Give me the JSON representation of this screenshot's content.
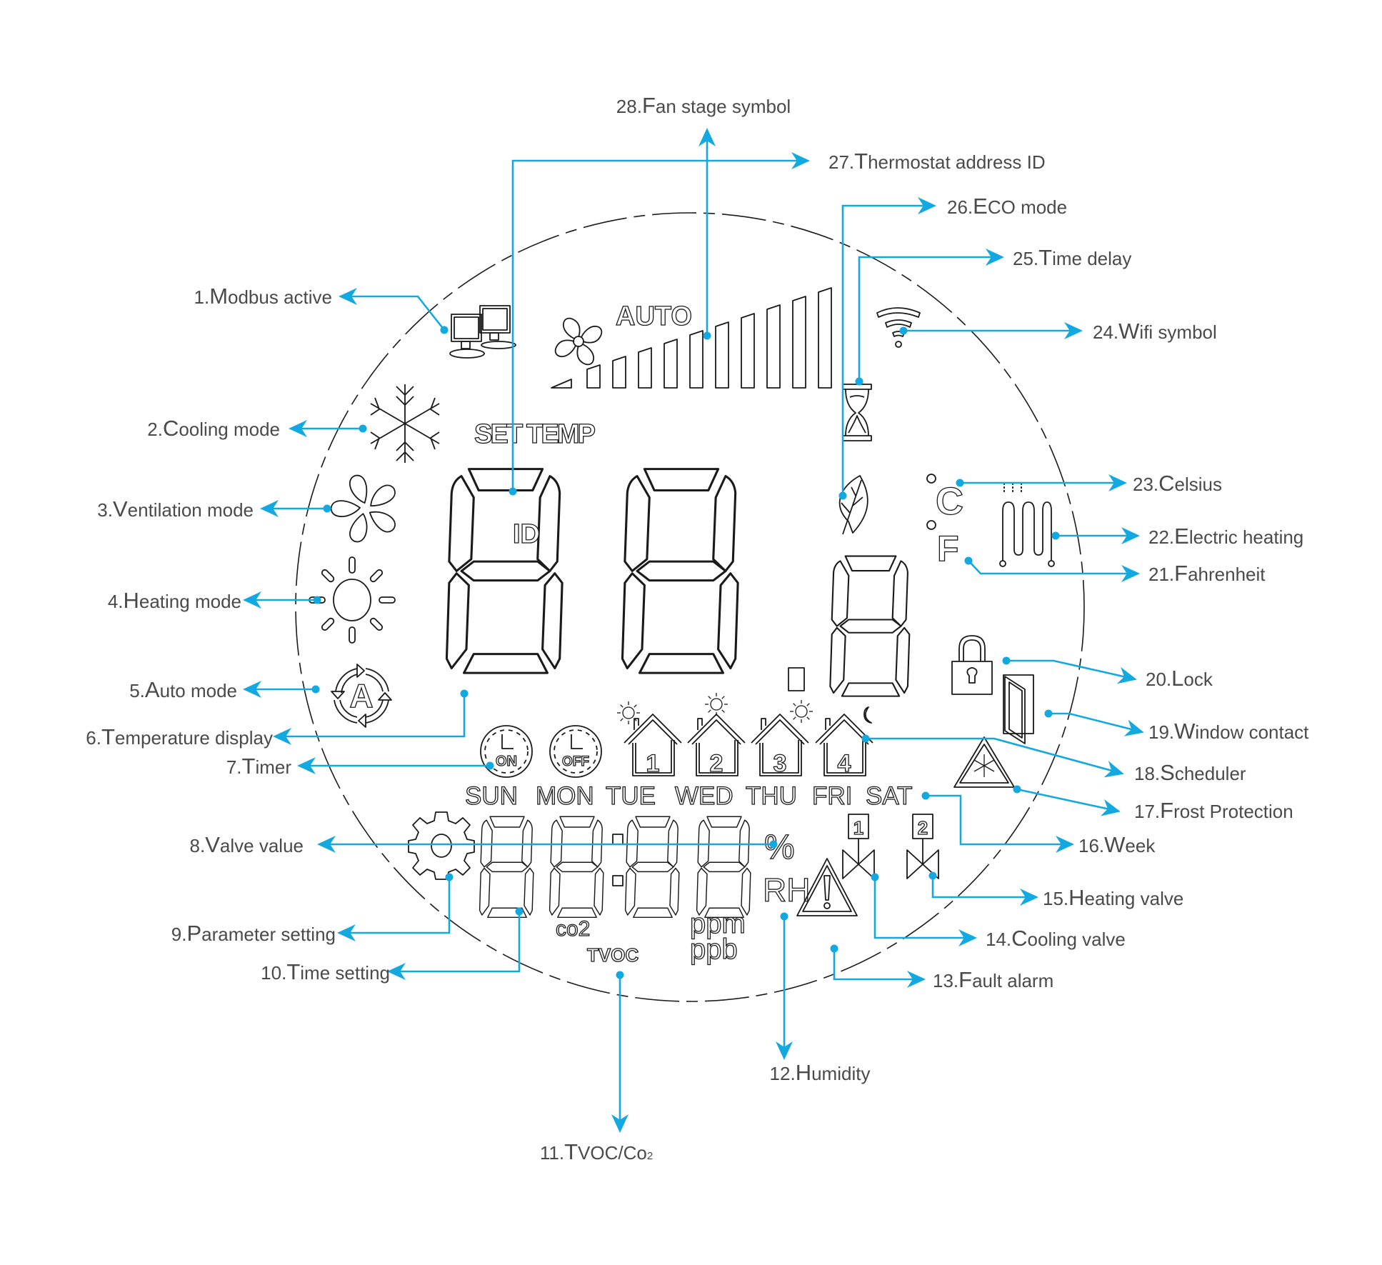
{
  "diagram": {
    "accent_color": "#12a8e0",
    "label_color": "#4a4a4a",
    "outline_color": "#1a1a1a",
    "callouts": [
      {
        "num": "1.",
        "cap": "M",
        "rest": "odbus active",
        "icon": "modbus-computers-icon"
      },
      {
        "num": "2.",
        "cap": "C",
        "rest": "ooling mode",
        "icon": "snowflake-icon"
      },
      {
        "num": "3.",
        "cap": "V",
        "rest": "entilation mode",
        "icon": "ventilation-fan-icon"
      },
      {
        "num": "4.",
        "cap": "H",
        "rest": "eating mode",
        "icon": "sun-icon"
      },
      {
        "num": "5.",
        "cap": "A",
        "rest": "uto mode",
        "icon": "auto-cycle-icon"
      },
      {
        "num": "6.",
        "cap": "T",
        "rest": "emperature display",
        "icon": "seven-segment-digit"
      },
      {
        "num": "7.",
        "cap": "T",
        "rest": "imer",
        "icon": "clock-timer-icon"
      },
      {
        "num": "8.",
        "cap": "V",
        "rest": "alve value",
        "icon": "percent-sign"
      },
      {
        "num": "9.",
        "cap": "P",
        "rest": "arameter setting",
        "icon": "gear-icon"
      },
      {
        "num": "10.",
        "cap": "T",
        "rest": "ime setting",
        "icon": "clock-digits"
      },
      {
        "num": "11.",
        "cap": "T",
        "rest": "VOC/Co",
        "sub": "2",
        "icon": "tvoc-label"
      },
      {
        "num": "12.",
        "cap": "H",
        "rest": "umidity",
        "icon": "rh-label"
      },
      {
        "num": "13.",
        "cap": "F",
        "rest": "ault alarm",
        "icon": "warning-triangle-icon"
      },
      {
        "num": "14.",
        "cap": "C",
        "rest": "ooling valve",
        "icon": "valve-1-icon"
      },
      {
        "num": "15.",
        "cap": "H",
        "rest": "eating valve",
        "icon": "valve-2-icon"
      },
      {
        "num": "16.",
        "cap": "W",
        "rest": "eek",
        "icon": "weekday-labels"
      },
      {
        "num": "17.",
        "cap": "F",
        "rest": "rost Protection",
        "icon": "frost-triangle-icon"
      },
      {
        "num": "18.",
        "cap": "S",
        "rest": "cheduler",
        "icon": "house-schedule-icon"
      },
      {
        "num": "19.",
        "cap": "W",
        "rest": "indow contact",
        "icon": "window-icon"
      },
      {
        "num": "20.",
        "cap": "L",
        "rest": "ock",
        "icon": "padlock-icon"
      },
      {
        "num": "21.",
        "cap": "F",
        "rest": "ahrenheit",
        "icon": "fahrenheit-symbol"
      },
      {
        "num": "22.",
        "cap": "E",
        "rest": "lectric heating",
        "icon": "heating-coil-icon"
      },
      {
        "num": "23.",
        "cap": "C",
        "rest": "elsius",
        "icon": "celsius-symbol"
      },
      {
        "num": "24.",
        "cap": "W",
        "rest": "ifi symbol",
        "icon": "wifi-icon"
      },
      {
        "num": "25.",
        "cap": "T",
        "rest": "ime delay",
        "icon": "hourglass-icon"
      },
      {
        "num": "26.",
        "cap": "E",
        "rest": "CO mode",
        "icon": "leaf-icon"
      },
      {
        "num": "27.",
        "cap": "T",
        "rest": "hermostat address ID",
        "icon": "id-label"
      },
      {
        "num": "28.",
        "cap": "F",
        "rest": "an stage symbol",
        "icon": "fan-stage-bars-icon"
      }
    ]
  },
  "lcd": {
    "fan_auto": "AUTO",
    "set_temp": "SET TEMP",
    "id_text": "ID",
    "celsius": "C",
    "fahrenheit": "F",
    "timer_on": "ON",
    "timer_off": "OFF",
    "schedule_periods": [
      "1",
      "2",
      "3",
      "4"
    ],
    "weekdays": [
      "SUN",
      "MON",
      "TUE",
      "WED",
      "THU",
      "FRI",
      "SAT"
    ],
    "percent": "%",
    "rh": "RH",
    "co2": "co2",
    "tvoc": "TVOC",
    "ppm": "ppm",
    "ppb": "ppb",
    "valve_1": "1",
    "valve_2": "2"
  }
}
